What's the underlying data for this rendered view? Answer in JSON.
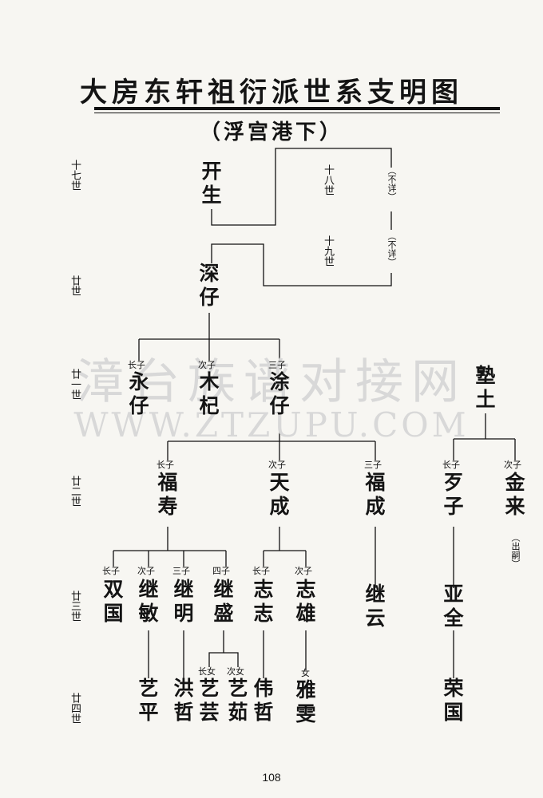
{
  "title": "大房东轩祖衍派世系支明图",
  "subtitle": "（浮宫港下）",
  "watermark": "漳台族谱对接网",
  "watermark_url": "WWW.ZTZUPU.COM",
  "page_number": "108",
  "generations": {
    "g17": "十七世",
    "g18": "十八世",
    "g19": "十九世",
    "g20": "廿世",
    "g21": "廿一世",
    "g22": "廿二世",
    "g23": "廿三世",
    "g24": "廿四世"
  },
  "notes": {
    "unknown1": "（不详）",
    "unknown2": "（不详）",
    "adopted_out": "（出嗣）"
  },
  "people": {
    "kaisheng": "开生",
    "shenzai": "深仔",
    "yongzai": "永仔",
    "muqi": "木杞",
    "tuzai": "涂仔",
    "shitu": "塾土",
    "fushou": "福寿",
    "tiancheng": "天成",
    "fucheng": "福成",
    "daizi": "歹子",
    "jinlai": "金来",
    "shuangguo": "双国",
    "jimin": "继敏",
    "jiming": "继明",
    "jisheng": "继盛",
    "zhizhi": "志志",
    "zhixiong": "志雄",
    "jiyun": "继云",
    "yaquan": "亚全",
    "yiping": "艺平",
    "hongzhe": "洪哲",
    "yiyun": "艺芸",
    "yiru": "艺茹",
    "weizhe": "伟哲",
    "yawen": "雅雯",
    "rongguo": "荣国"
  },
  "ranks": {
    "yongzai": "长子",
    "muqi": "次子",
    "tuzai": "三子",
    "fushou": "长子",
    "tiancheng": "次子",
    "fucheng": "三子",
    "daizi": "长子",
    "jinlai": "次子",
    "shuangguo": "长子",
    "jimin": "次子",
    "jiming": "三子",
    "jisheng": "四子",
    "zhizhi": "长子",
    "zhixiong": "次子",
    "yiyun": "长女",
    "yiru": "次女",
    "yawen": "女"
  }
}
